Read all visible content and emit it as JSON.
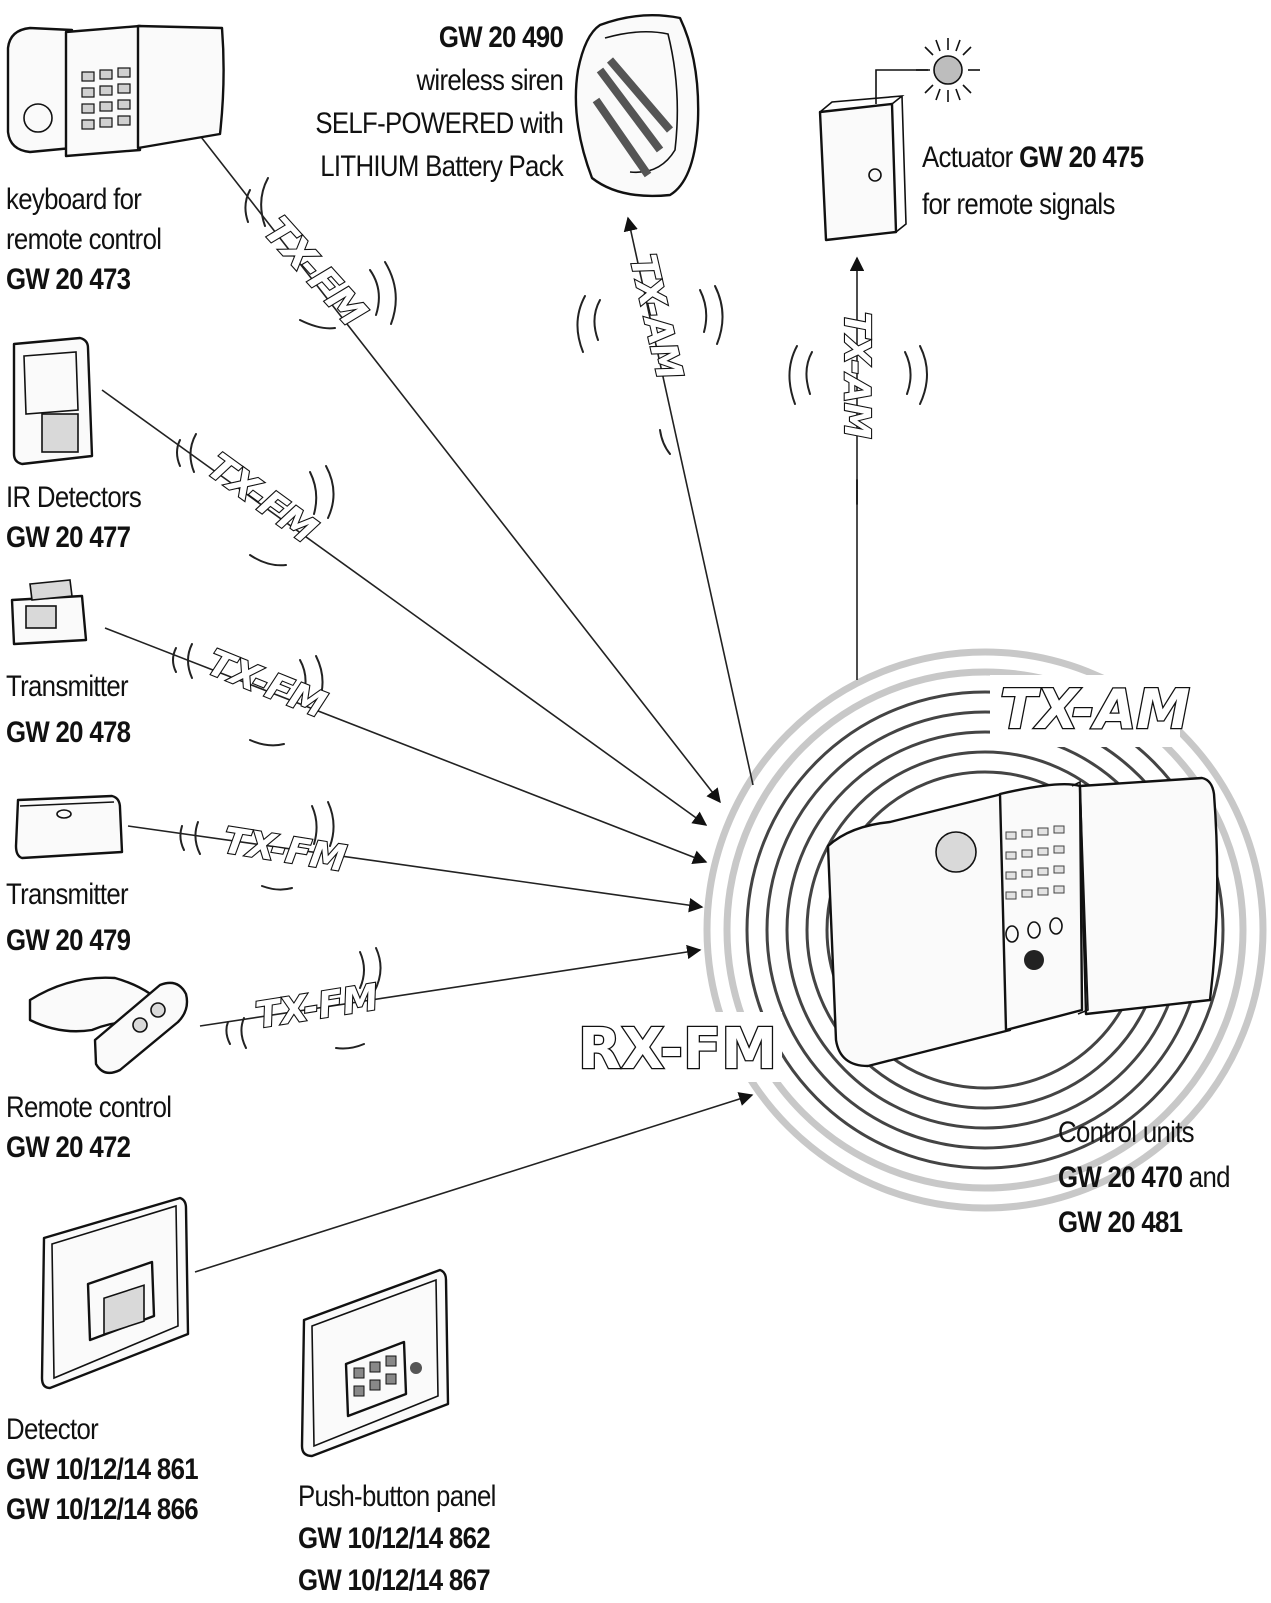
{
  "devices": {
    "keyboard": {
      "line1": "keyboard for",
      "line2": "remote control",
      "code": "GW 20 473"
    },
    "siren": {
      "code": "GW 20 490",
      "line1": "wireless siren",
      "line2": "SELF-POWERED with",
      "line3": "LITHIUM Battery Pack"
    },
    "actuator": {
      "prefix": "Actuator",
      "code": "GW 20 475",
      "line2": "for remote signals"
    },
    "ir_detectors": {
      "line1": "IR Detectors",
      "code": "GW 20 477"
    },
    "transmitter_a": {
      "line1": "Transmitter",
      "code": "GW 20 478"
    },
    "transmitter_b": {
      "line1": "Transmitter",
      "code": "GW 20 479"
    },
    "remote_control": {
      "line1": "Remote control",
      "code": "GW 20 472"
    },
    "detector": {
      "line1": "Detector",
      "code1": "GW 10/12/14 861",
      "code2": "GW 10/12/14 866"
    },
    "push_button_panel": {
      "line1": "Push-button panel",
      "code1": "GW 10/12/14 862",
      "code2": "GW 10/12/14 867"
    },
    "control_units": {
      "line1": "Control units",
      "code1": "GW 20 470",
      "joiner": "and",
      "code2": "GW 20 481"
    }
  },
  "signals": {
    "tx_fm": "TX-FM",
    "tx_am": "TX-AM",
    "rx_fm": "RX-FM"
  }
}
